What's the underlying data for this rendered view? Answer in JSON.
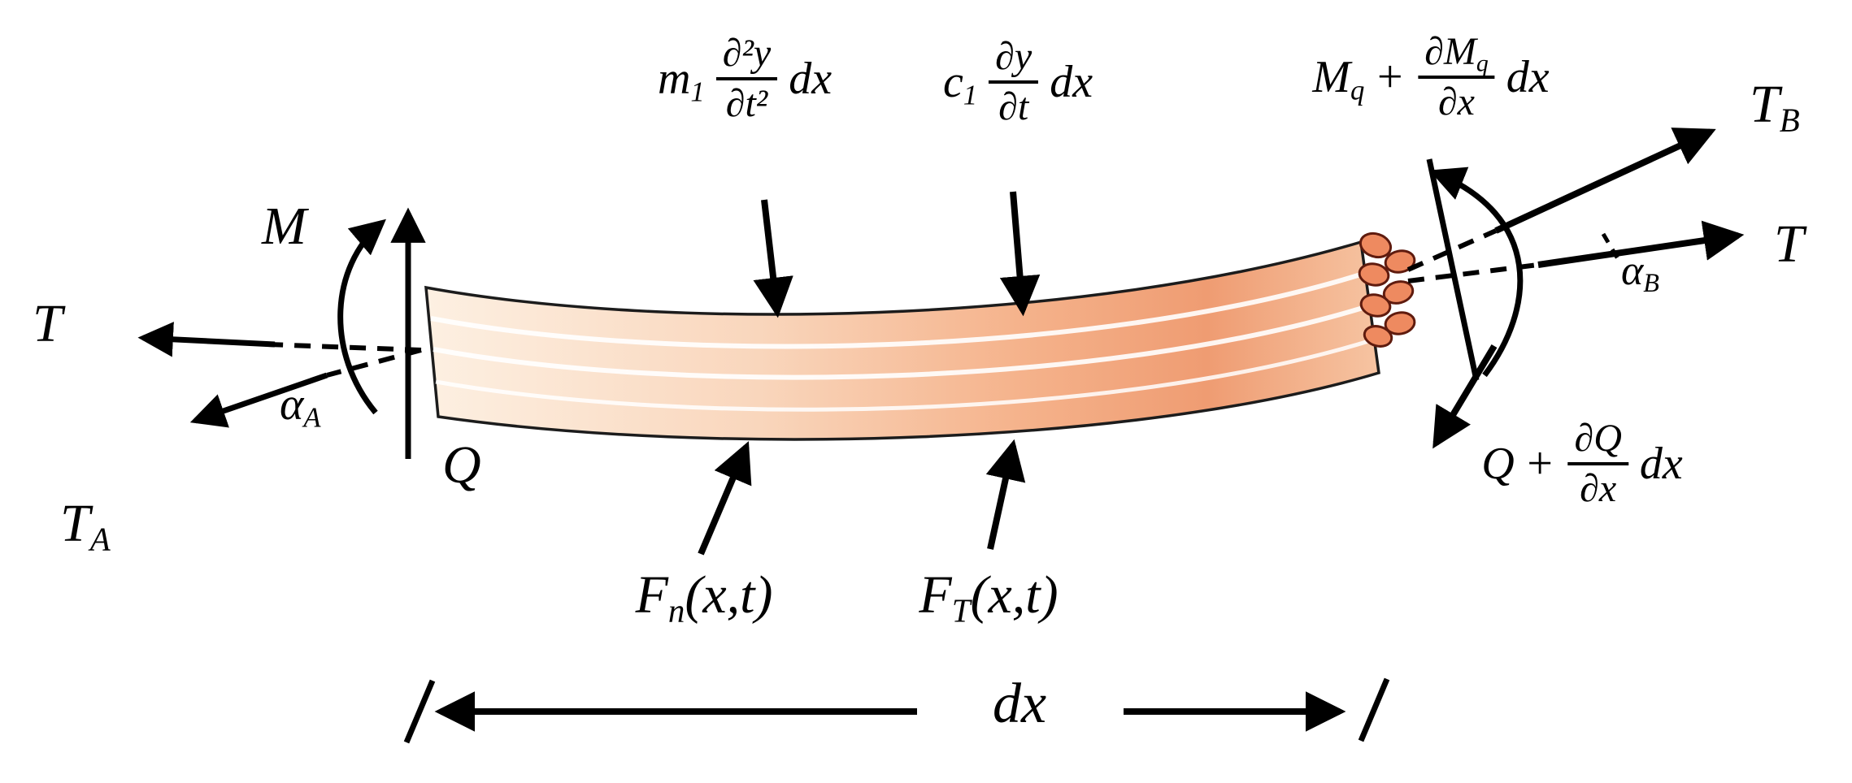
{
  "figure": {
    "description": "Free body diagram of a differential element dx of a tensioned beam/cable with end tensions, shears, moments, inertia, damping and distributed forces",
    "labels": {
      "tension_left": "T",
      "moment_left": "M",
      "angle_left": {
        "base": "α",
        "sub": "A"
      },
      "shear_left": "Q",
      "tension_end_A": {
        "base": "T",
        "sub": "A"
      },
      "inertia_force": {
        "coef_base": "m",
        "coef_sub": "1",
        "frac_num": "∂²y",
        "frac_den": "∂t²",
        "suffix": "dx"
      },
      "damping_force": {
        "coef_base": "c",
        "coef_sub": "1",
        "frac_num": "∂y",
        "frac_den": "∂t",
        "suffix": "dx"
      },
      "moment_right": {
        "base": "M",
        "base_sub": "q",
        "operator": "+",
        "frac_num_base": "∂M",
        "frac_num_sub": "q",
        "frac_den": "∂x",
        "suffix": "dx"
      },
      "tension_end_B": {
        "base": "T",
        "sub": "B"
      },
      "tension_right": "T",
      "angle_right": {
        "base": "α",
        "sub": "B"
      },
      "shear_right": {
        "base": "Q",
        "operator": "+",
        "frac_num": "∂Q",
        "frac_den": "∂x",
        "suffix": "dx"
      },
      "normal_force": {
        "base": "F",
        "sub": "n",
        "args": "(x,t)"
      },
      "tangential_force": {
        "base": "F",
        "sub": "T",
        "args": "(x,t)"
      },
      "length_dimension": "dx"
    },
    "colors": {
      "background": "#ffffff",
      "ink": "#000000",
      "beam_outline": "#1c1c1c",
      "beam_light": "#fdf0e2",
      "beam_mid": "#f8c7a8",
      "beam_dark": "#ef9c72",
      "fiber_highlight": "#ffffff",
      "bundle_fill": "#ee8a60",
      "bundle_outline": "#5f1b0e"
    }
  }
}
